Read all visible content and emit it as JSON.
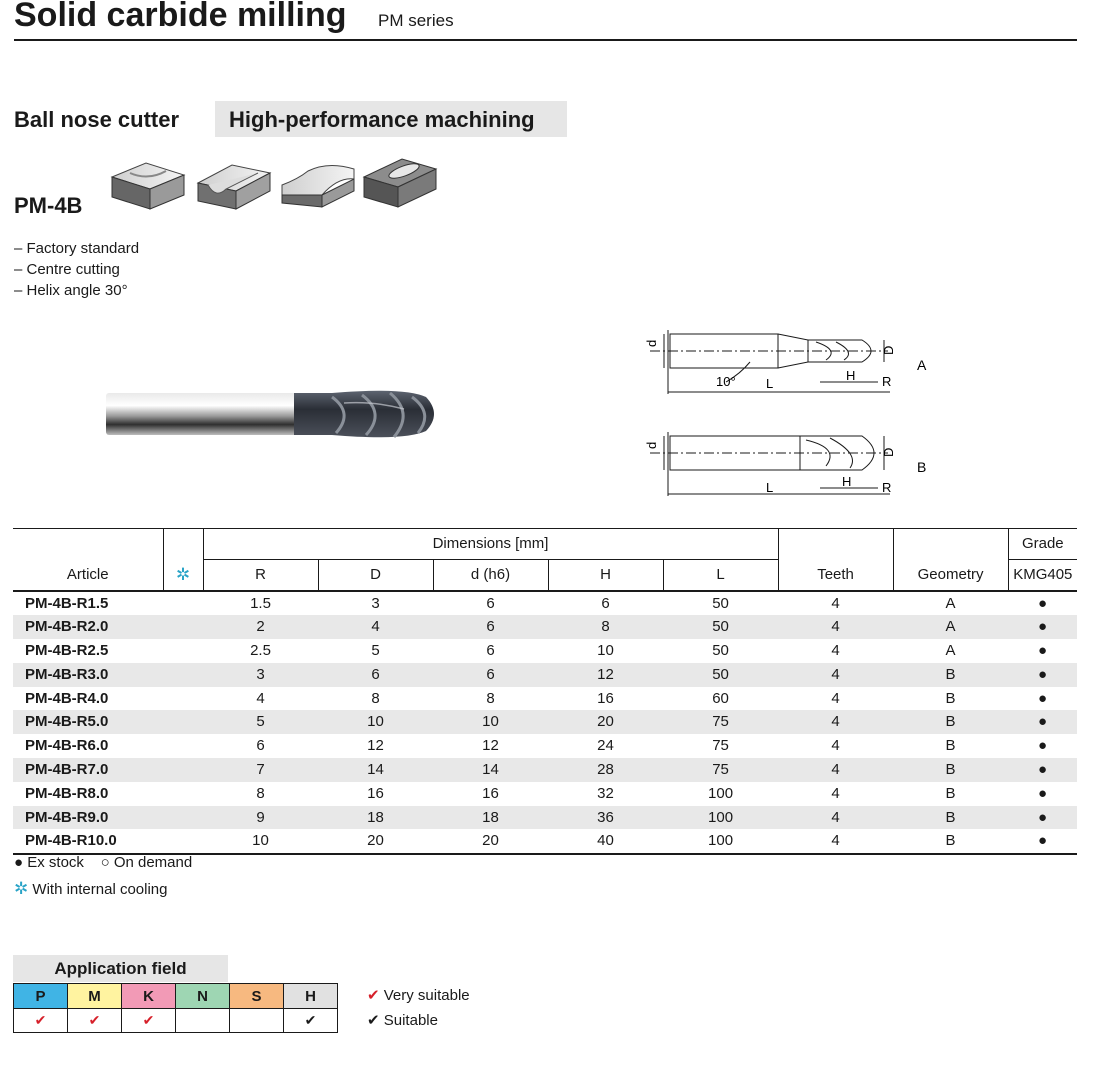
{
  "header": {
    "title": "Solid carbide milling",
    "series": "PM series"
  },
  "product": {
    "type": "Ball nose cutter",
    "band": "High-performance machining",
    "model": "PM-4B",
    "features": [
      "– Factory standard",
      "– Centre cutting",
      "– Helix angle 30°"
    ]
  },
  "diagram": {
    "labels": {
      "d": "d",
      "D": "D",
      "L": "L",
      "H": "H",
      "R": "R",
      "angle": "10°"
    },
    "variants": [
      "A",
      "B"
    ]
  },
  "table": {
    "headers": {
      "article": "Article",
      "cooling_icon": "snowflake-icon",
      "dimensions": "Dimensions [mm]",
      "cols": [
        "R",
        "D",
        "d (h6)",
        "H",
        "L"
      ],
      "teeth": "Teeth",
      "geometry": "Geometry",
      "grade": "Grade",
      "grade_code": "KMG405"
    },
    "rows": [
      {
        "article": "PM-4B-R1.5",
        "R": "1.5",
        "D": "3",
        "d": "6",
        "H": "6",
        "L": "50",
        "teeth": "4",
        "geometry": "A",
        "grade": "●"
      },
      {
        "article": "PM-4B-R2.0",
        "R": "2",
        "D": "4",
        "d": "6",
        "H": "8",
        "L": "50",
        "teeth": "4",
        "geometry": "A",
        "grade": "●"
      },
      {
        "article": "PM-4B-R2.5",
        "R": "2.5",
        "D": "5",
        "d": "6",
        "H": "10",
        "L": "50",
        "teeth": "4",
        "geometry": "A",
        "grade": "●"
      },
      {
        "article": "PM-4B-R3.0",
        "R": "3",
        "D": "6",
        "d": "6",
        "H": "12",
        "L": "50",
        "teeth": "4",
        "geometry": "B",
        "grade": "●"
      },
      {
        "article": "PM-4B-R4.0",
        "R": "4",
        "D": "8",
        "d": "8",
        "H": "16",
        "L": "60",
        "teeth": "4",
        "geometry": "B",
        "grade": "●"
      },
      {
        "article": "PM-4B-R5.0",
        "R": "5",
        "D": "10",
        "d": "10",
        "H": "20",
        "L": "75",
        "teeth": "4",
        "geometry": "B",
        "grade": "●"
      },
      {
        "article": "PM-4B-R6.0",
        "R": "6",
        "D": "12",
        "d": "12",
        "H": "24",
        "L": "75",
        "teeth": "4",
        "geometry": "B",
        "grade": "●"
      },
      {
        "article": "PM-4B-R7.0",
        "R": "7",
        "D": "14",
        "d": "14",
        "H": "28",
        "L": "75",
        "teeth": "4",
        "geometry": "B",
        "grade": "●"
      },
      {
        "article": "PM-4B-R8.0",
        "R": "8",
        "D": "16",
        "d": "16",
        "H": "32",
        "L": "100",
        "teeth": "4",
        "geometry": "B",
        "grade": "●"
      },
      {
        "article": "PM-4B-R9.0",
        "R": "9",
        "D": "18",
        "d": "18",
        "H": "36",
        "L": "100",
        "teeth": "4",
        "geometry": "B",
        "grade": "●"
      },
      {
        "article": "PM-4B-R10.0",
        "R": "10",
        "D": "20",
        "d": "20",
        "H": "40",
        "L": "100",
        "teeth": "4",
        "geometry": "B",
        "grade": "●"
      }
    ]
  },
  "legend": {
    "ex_stock": "● Ex stock",
    "on_demand": "○ On demand",
    "cooling_symbol": "✲",
    "cooling": "With internal cooling"
  },
  "application": {
    "title": "Application field",
    "materials": [
      {
        "code": "P",
        "color": "#40b4e5",
        "mark": "✔",
        "mark_color": "#d6202a"
      },
      {
        "code": "M",
        "color": "#fff3a0",
        "mark": "✔",
        "mark_color": "#d6202a"
      },
      {
        "code": "K",
        "color": "#f29ab6",
        "mark": "✔",
        "mark_color": "#d6202a"
      },
      {
        "code": "N",
        "color": "#9ed6b3",
        "mark": "",
        "mark_color": ""
      },
      {
        "code": "S",
        "color": "#f7b980",
        "mark": "",
        "mark_color": ""
      },
      {
        "code": "H",
        "color": "#e1e1e1",
        "mark": "✔",
        "mark_color": "#1a1a1a"
      }
    ],
    "very_suitable": "Very suitable",
    "suitable": "Suitable",
    "check_symbol": "✔"
  }
}
